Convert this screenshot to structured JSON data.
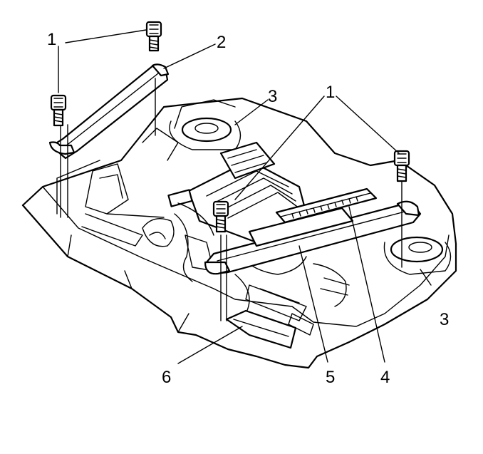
{
  "callouts": {
    "c1_left": "1",
    "c2": "2",
    "c3_top": "3",
    "c1_right": "1",
    "c3_right": "3",
    "c6": "6",
    "c5": "5",
    "c4": "4"
  }
}
